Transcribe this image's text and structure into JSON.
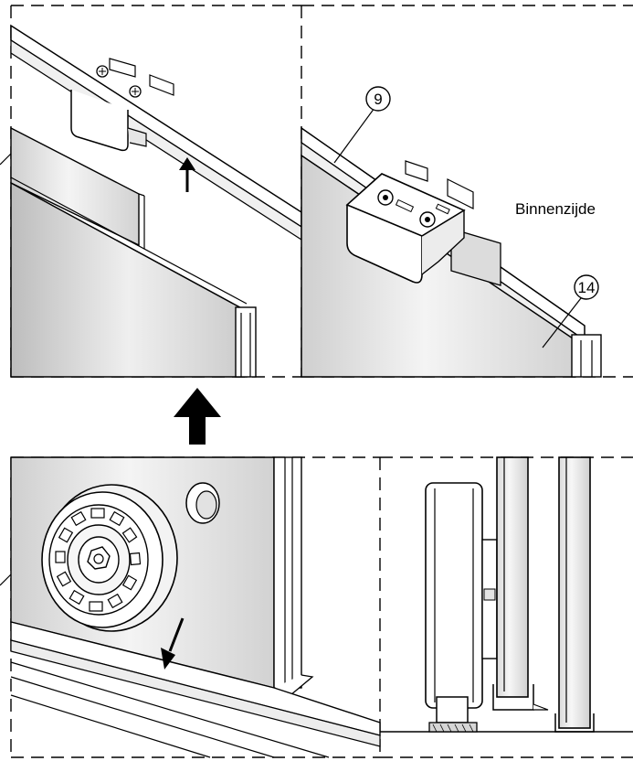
{
  "labels": {
    "part_rail": "9",
    "part_panel": "14",
    "side_text": "Binnenzijde"
  },
  "icons": {
    "up_arrow": "up-arrow",
    "small_up_arrow": "small-up-arrow",
    "down_left_arrow": "down-left-arrow"
  },
  "colors": {
    "line": "#000000",
    "panel_light": "#f2f2f2",
    "panel_dark": "#c8c8c8",
    "background": "#ffffff"
  }
}
